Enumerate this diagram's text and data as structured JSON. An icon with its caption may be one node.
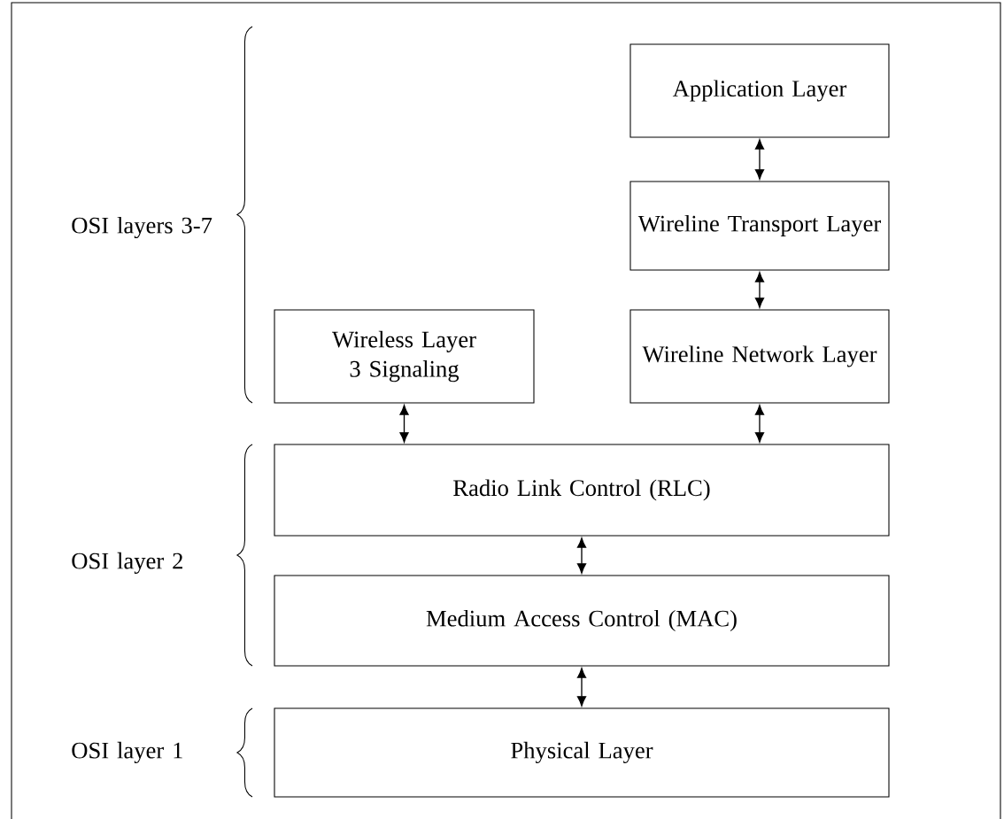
{
  "diagram": {
    "nodes": [
      {
        "text": [
          "Application Layer"
        ]
      },
      {
        "text": [
          "Wireline Transport Layer"
        ]
      },
      {
        "text": [
          "Wireline Network Layer"
        ]
      },
      {
        "text": [
          "Wireless Layer 3 Signaling"
        ]
      },
      {
        "text": [
          "Radio Link Control (RLC)"
        ]
      },
      {
        "text": [
          "Medium Access Control (MAC)"
        ]
      },
      {
        "text": [
          "Physical Layer"
        ]
      }
    ],
    "edges": [
      {
        "from": 0,
        "to": 1,
        "arrow": "both"
      },
      {
        "from": 1,
        "to": 2,
        "arrow": "both"
      },
      {
        "from": 3,
        "to": 4,
        "arrow": "both"
      },
      {
        "from": 2,
        "to": 4,
        "arrow": "both"
      },
      {
        "from": 4,
        "to": 5,
        "arrow": "both"
      },
      {
        "from": 5,
        "to": 6,
        "arrow": "both"
      }
    ],
    "labels": [
      "OSI layers 3-7",
      "OSI layer 2",
      "OSI layer 1"
    ]
  }
}
